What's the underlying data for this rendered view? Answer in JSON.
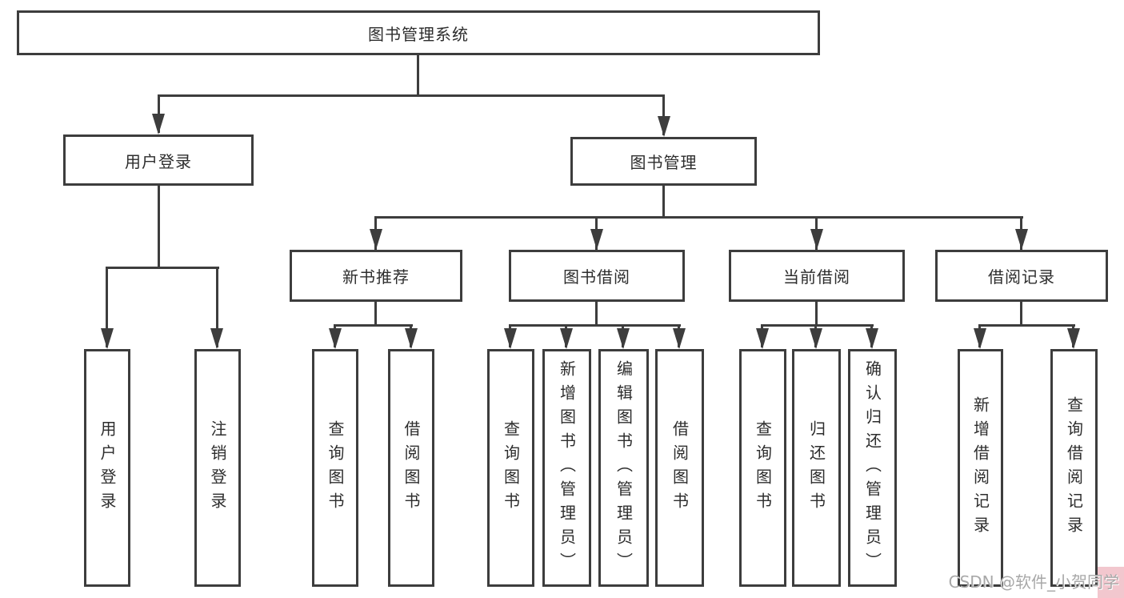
{
  "diagram": {
    "root": {
      "label": "图书管理系统"
    },
    "branches": [
      {
        "label": "用户登录",
        "children": [
          "用户登录",
          "注销登录"
        ]
      },
      {
        "label": "图书管理",
        "sections": [
          {
            "label": "新书推荐",
            "children": [
              "查询图书",
              "借阅图书"
            ]
          },
          {
            "label": "图书借阅",
            "children": [
              "查询图书",
              "新增图书（管理员）",
              "编辑图书（管理员）",
              "借阅图书"
            ]
          },
          {
            "label": "当前借阅",
            "children": [
              "查询图书",
              "归还图书",
              "确认归还（管理员）"
            ]
          },
          {
            "label": "借阅记录",
            "children": [
              "新增借阅记录",
              "查询借阅记录"
            ]
          }
        ]
      }
    ]
  },
  "watermark": {
    "text": "CSDN @软件_小贺同学"
  },
  "colors": {
    "line": "#3d3d3d",
    "text": "#2d2d2d",
    "background": "#ffffff",
    "watermark_text": "#a8a8a8",
    "watermark_background": "#f2c7ce"
  }
}
